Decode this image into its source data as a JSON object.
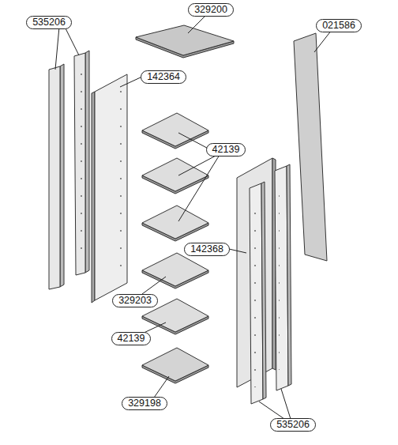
{
  "diagram": {
    "nodes": [
      {
        "text": [
          "535206"
        ]
      },
      {
        "text": [
          "329200"
        ]
      },
      {
        "text": [
          "021586"
        ]
      },
      {
        "text": [
          "142364"
        ]
      },
      {
        "text": [
          "42139"
        ]
      },
      {
        "text": [
          "142368"
        ]
      },
      {
        "text": [
          "329203"
        ]
      },
      {
        "text": [
          "42139"
        ]
      },
      {
        "text": [
          "329198"
        ]
      },
      {
        "text": [
          "535206"
        ]
      }
    ]
  }
}
